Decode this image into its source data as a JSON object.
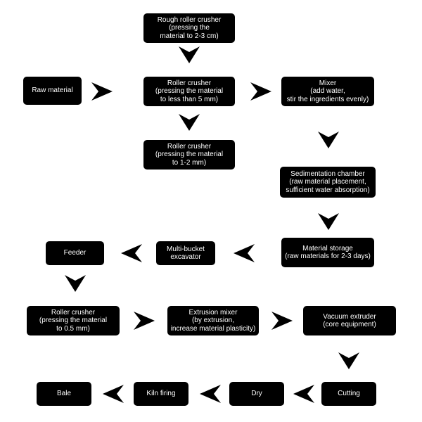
{
  "nodes": {
    "rough_roller_crusher": [
      "Rough roller crusher",
      "(pressing the",
      "material to 2-3 cm)"
    ],
    "raw_material": [
      "Raw material"
    ],
    "roller_crusher_5mm": [
      "Roller crusher",
      "(pressing the material",
      "to less than 5 mm)"
    ],
    "mixer": [
      "Mixer",
      "(add water,",
      "stir the ingredients evenly)"
    ],
    "roller_crusher_1_2mm": [
      "Roller crusher",
      "(pressing the material",
      "to 1-2 mm)"
    ],
    "sedimentation_chamber": [
      "Sedimentation chamber",
      "(raw material placement,",
      "sufficient water absorption)"
    ],
    "feeder": [
      "Feeder"
    ],
    "multi_bucket_excavator": [
      "Multi-bucket",
      "excavator"
    ],
    "material_storage": [
      "Material storage",
      "(raw materials for 2-3 days)"
    ],
    "roller_crusher_0_5mm": [
      "Roller crusher",
      "(pressing the material",
      "to 0.5 mm)"
    ],
    "extrusion_mixer": [
      "Extrusion mixer",
      "(by extrusion,",
      "increase material plasticity)"
    ],
    "vacuum_extruder": [
      "Vacuum extruder",
      "(core equipment)"
    ],
    "bale": [
      "Bale"
    ],
    "kiln_firing": [
      "Kiln firing"
    ],
    "dry": [
      "Dry"
    ],
    "cutting": [
      "Cutting"
    ]
  },
  "colors": {
    "box": "#000000",
    "text": "#ffffff",
    "arrow": "#000000",
    "background": "#ffffff"
  }
}
